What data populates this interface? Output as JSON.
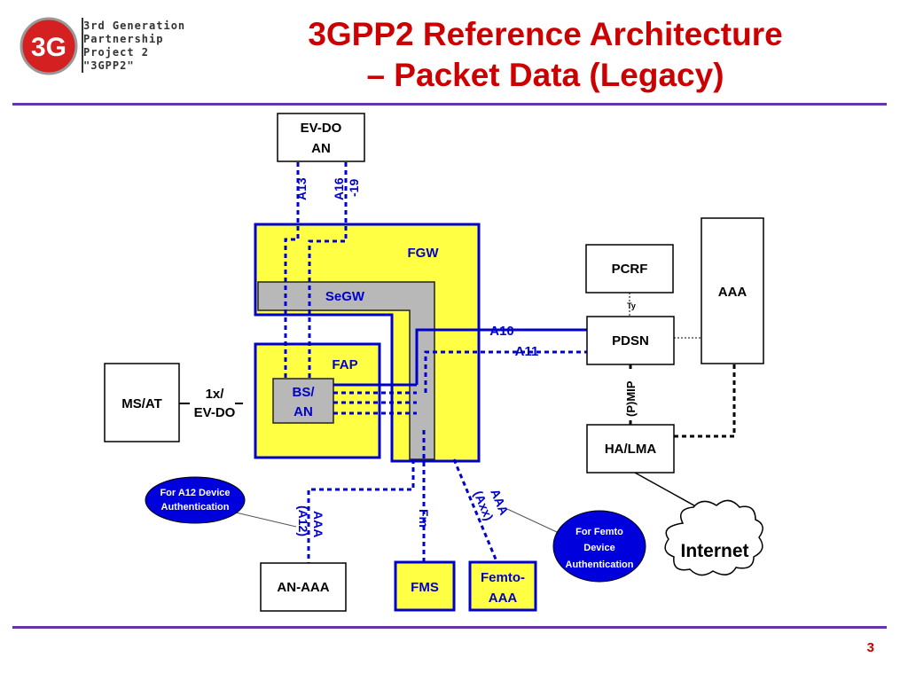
{
  "logo": {
    "mark": "3G",
    "lines": [
      "3rd Generation",
      "Partnership",
      "Project 2",
      "\"3GPP2\""
    ]
  },
  "title": {
    "line1": "3GPP2 Reference Architecture",
    "line2": "– Packet Data (Legacy)"
  },
  "page_number": "3",
  "colors": {
    "title": "#cc0000",
    "link_blue": "#0000cc",
    "box_yellow": "#ffff44",
    "gray": "#b8b8b8",
    "rule": "#6633aa"
  },
  "nodes": {
    "evdo_an": [
      "EV-DO",
      "AN"
    ],
    "fgw": "FGW",
    "segw": "SeGW",
    "fap": "FAP",
    "bs_an": [
      "BS/",
      "AN"
    ],
    "ms_at": "MS/AT",
    "air_link": [
      "1x/",
      "EV-DO"
    ],
    "pcrf": "PCRF",
    "aaa": "AAA",
    "pdsn": "PDSN",
    "ha_lma": "HA/LMA",
    "internet": "Internet",
    "an_aaa": "AN-AAA",
    "fms": "FMS",
    "femto_aaa": [
      "Femto-",
      "AAA"
    ]
  },
  "interfaces": {
    "a13": "A13",
    "a16_19": [
      "A16",
      "-19"
    ],
    "a10": "A10",
    "a11": "A11",
    "ty": "Ty",
    "pmip": "(P)MIP",
    "fm": "Fm",
    "aaa_a12": [
      "AAA",
      "(A12)"
    ],
    "aaa_axx": [
      "AAA",
      "(Axx)"
    ]
  },
  "callouts": {
    "a12_auth": [
      "For A12 Device",
      "Authentication"
    ],
    "femto_auth": [
      "For Femto",
      "Device",
      "Authentication"
    ]
  }
}
